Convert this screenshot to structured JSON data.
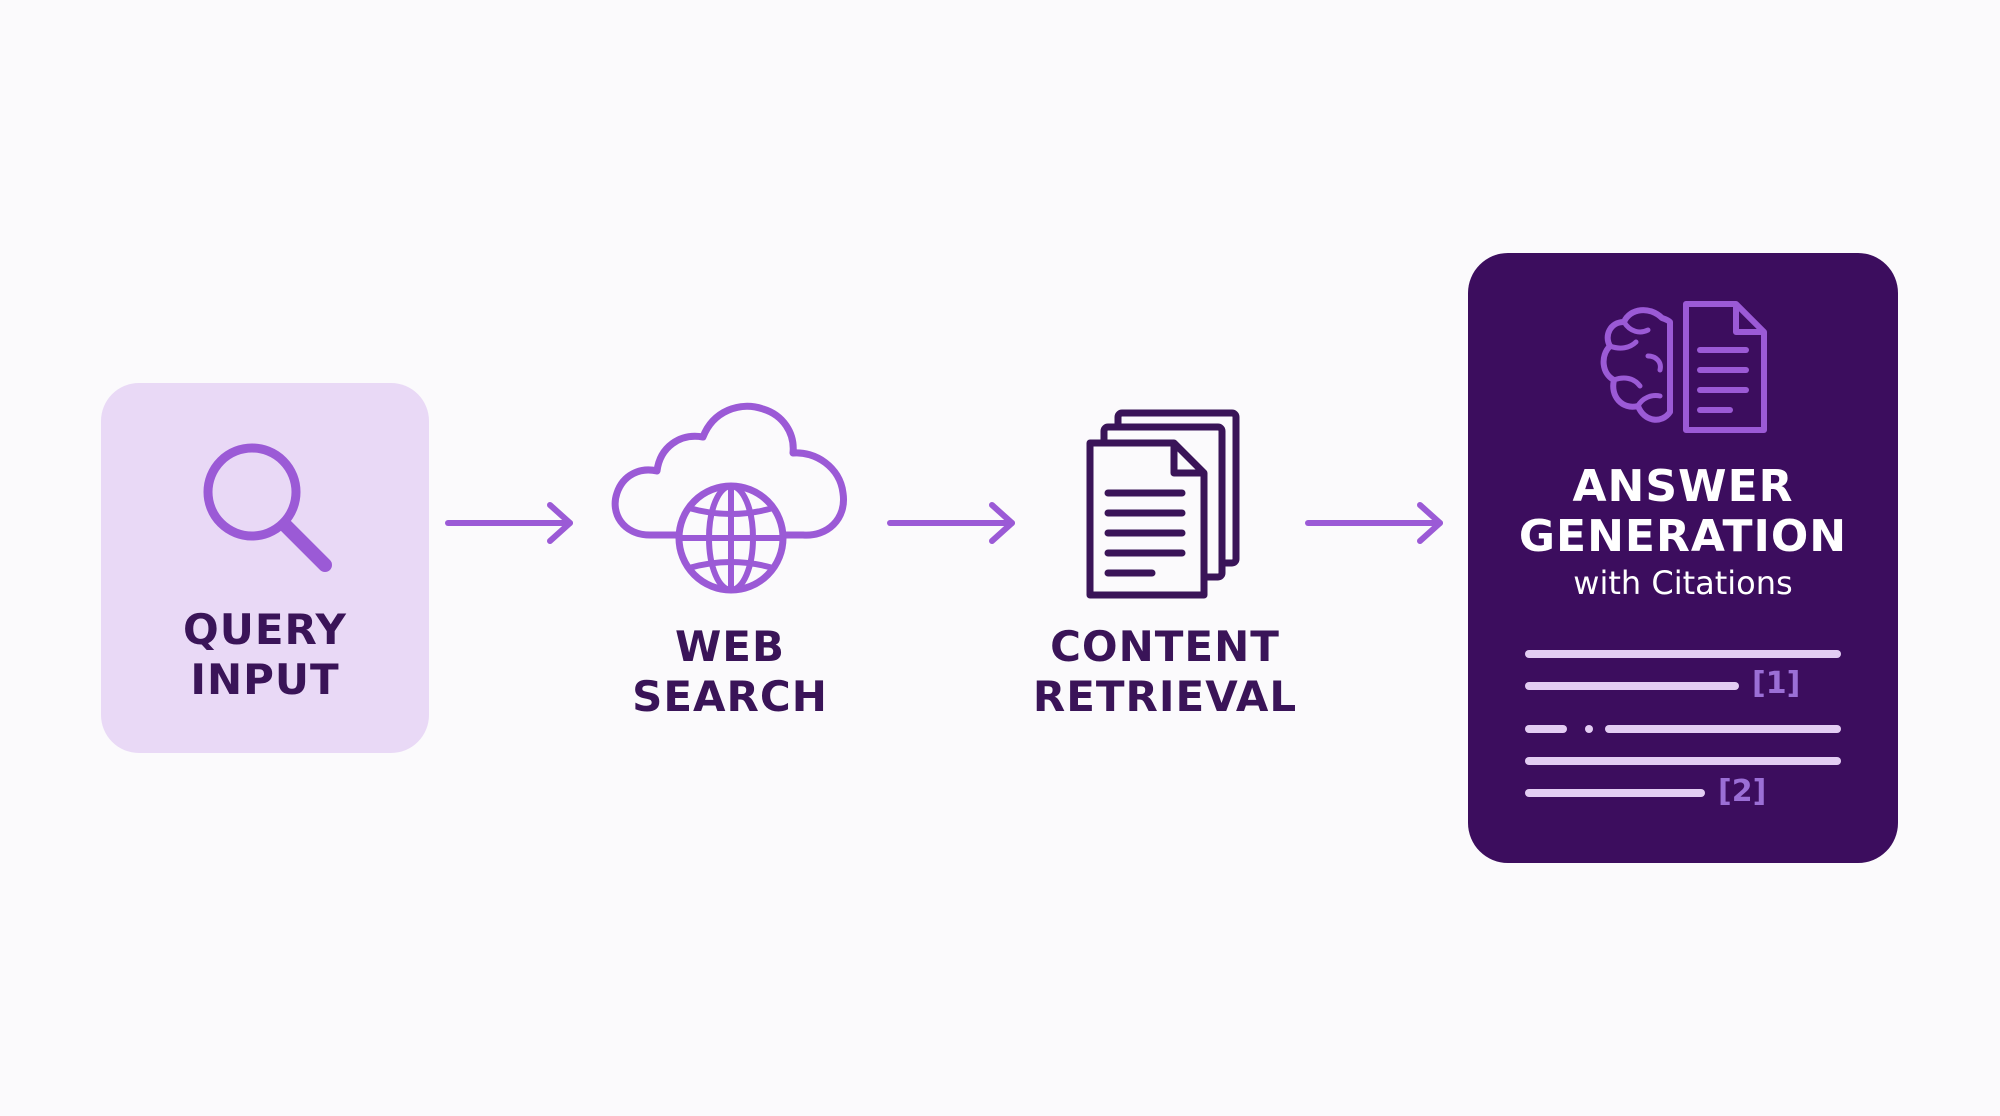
{
  "colors": {
    "background": "#fbfafc",
    "accent": "#9b5ad6",
    "dark_purple": "#3c0d5e",
    "light_purple": "#e9d9f6",
    "label_text": "#3a1458"
  },
  "steps": [
    {
      "id": "query",
      "icon": "magnifying-glass-icon",
      "label_lines": [
        "QUERY",
        "INPUT"
      ]
    },
    {
      "id": "web-search",
      "icon": "cloud-globe-icon",
      "label_lines": [
        "WEB",
        "SEARCH"
      ]
    },
    {
      "id": "content-retrieval",
      "icon": "document-stack-icon",
      "label_lines": [
        "CONTENT",
        "RETRIEVAL"
      ]
    },
    {
      "id": "answer",
      "icon": "brain-document-icon",
      "label_lines": [
        "ANSWER",
        "GENERATION"
      ],
      "subtitle": "with Citations",
      "citations": [
        "[1]",
        "[2]"
      ]
    }
  ],
  "arrows": [
    "query-to-web",
    "web-to-content",
    "content-to-answer"
  ]
}
